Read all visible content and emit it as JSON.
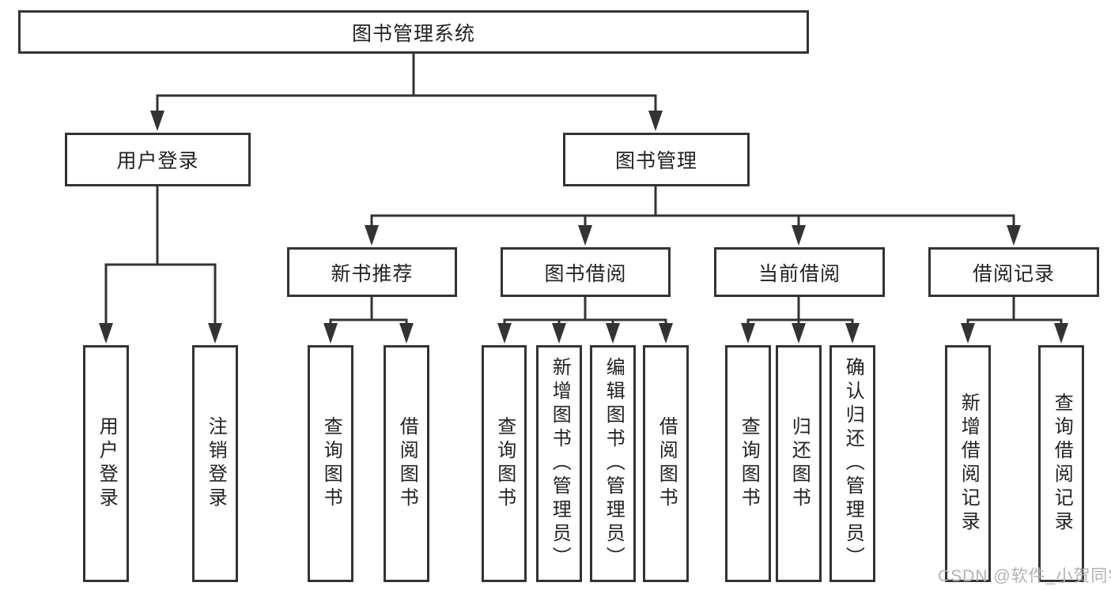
{
  "colors": {
    "line": "#333333",
    "text": "#222222",
    "background": "#ffffff",
    "watermark": "#b2b2b2"
  },
  "tree": {
    "label": "图书管理系统",
    "children": [
      {
        "label": "用户登录",
        "children": [
          {
            "label": "用户登录"
          },
          {
            "label": "注销登录"
          }
        ]
      },
      {
        "label": "图书管理",
        "children": [
          {
            "label": "新书推荐",
            "children": [
              {
                "label": "查询图书"
              },
              {
                "label": "借阅图书"
              }
            ]
          },
          {
            "label": "图书借阅",
            "children": [
              {
                "label": "查询图书"
              },
              {
                "label": "新增图书（管理员）"
              },
              {
                "label": "编辑图书（管理员）"
              },
              {
                "label": "借阅图书"
              }
            ]
          },
          {
            "label": "当前借阅",
            "children": [
              {
                "label": "查询图书"
              },
              {
                "label": "归还图书"
              },
              {
                "label": "确认归还（管理员）"
              }
            ]
          },
          {
            "label": "借阅记录",
            "children": [
              {
                "label": "新增借阅记录"
              },
              {
                "label": "查询借阅记录"
              }
            ]
          }
        ]
      }
    ]
  },
  "watermark": {
    "text": "CSDN @软件_小贺同学"
  }
}
